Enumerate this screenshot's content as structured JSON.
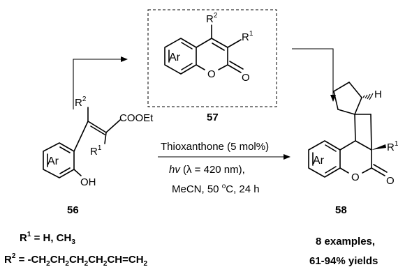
{
  "labels": {
    "ar": "Ar",
    "r1": "R",
    "r1_sup": "1",
    "r2": "R",
    "r2_sup": "2",
    "o": "O",
    "oh": "OH",
    "cooet": "COOEt",
    "h": "H"
  },
  "compounds": {
    "start": {
      "id": "56"
    },
    "intermediate": {
      "id": "57"
    },
    "product": {
      "id": "58"
    }
  },
  "conditions": {
    "line1": "Thioxanthone (5 mol%)",
    "line2_hv": "hv",
    "line2_rest": " (λ = 420 nm),",
    "line3_pre": "MeCN, 50 ",
    "line3_sup": "o",
    "line3_post": "C, 24 h"
  },
  "substituents": {
    "r1_prefix": "R",
    "r1_sup": "1",
    "r1_value": " = H, CH",
    "r1_sub": "3",
    "r2_prefix": "R",
    "r2_sup": "2",
    "r2_value_a": " = -CH",
    "r2_value_b": "CH",
    "r2_value_c": "CH",
    "r2_value_d": "CH",
    "r2_value_e": "CH=CH",
    "r2_sub": "2"
  },
  "results": {
    "line1": "8 examples,",
    "line2": "61-94% yields"
  }
}
